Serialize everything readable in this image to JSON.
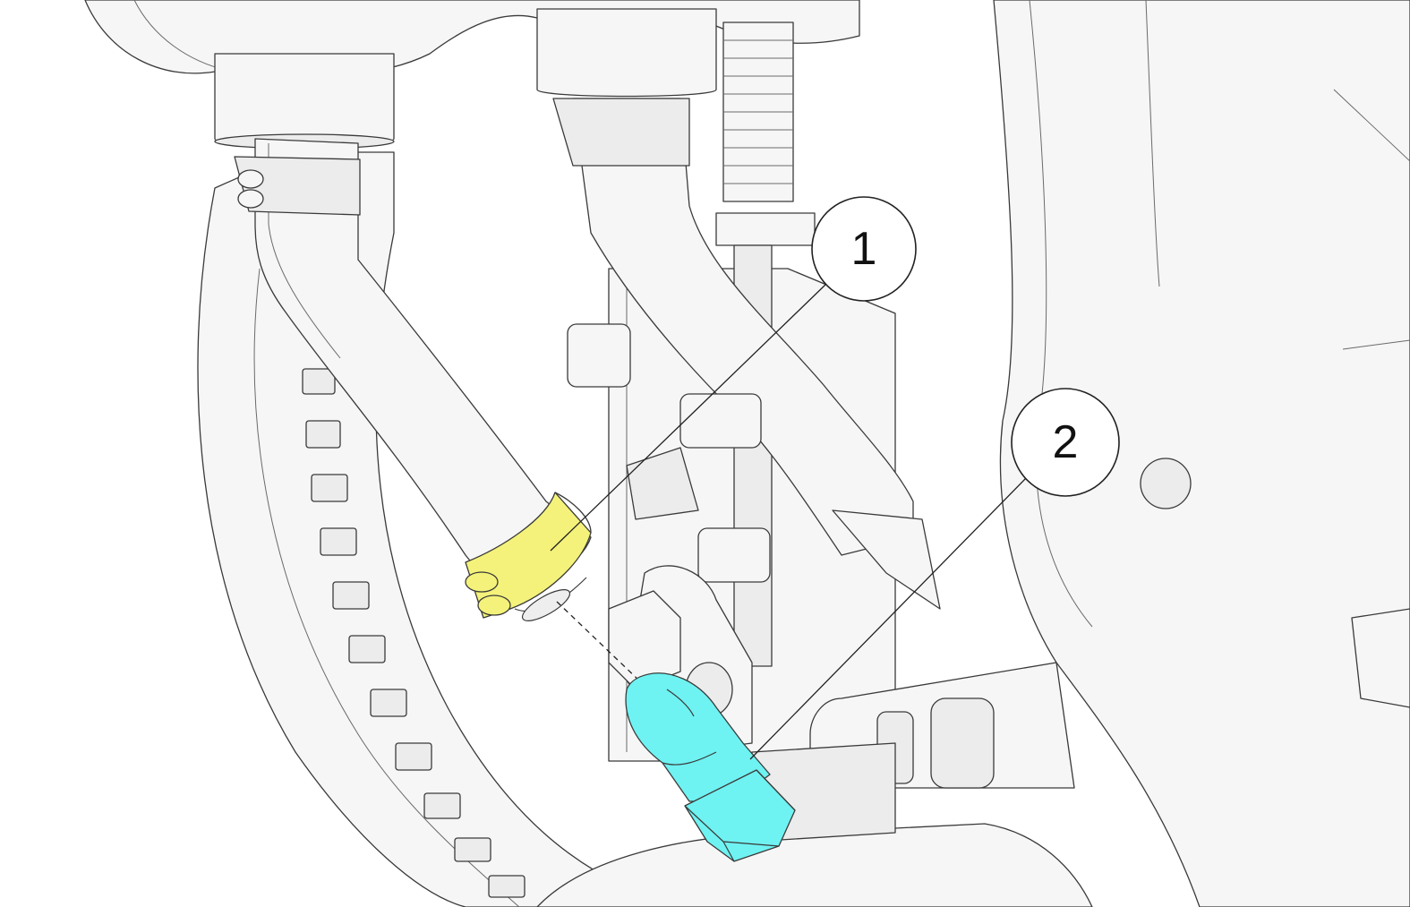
{
  "figure": {
    "colors": {
      "highlight_clamp": "#f4f27a",
      "highlight_nipple": "#6ff2f2",
      "line": "#3a3a3a",
      "background": "#ffffff"
    },
    "callouts": [
      {
        "id": "1",
        "label": "1",
        "part": "hose-clamp"
      },
      {
        "id": "2",
        "label": "2",
        "part": "hose-nipple-fitting"
      }
    ]
  }
}
